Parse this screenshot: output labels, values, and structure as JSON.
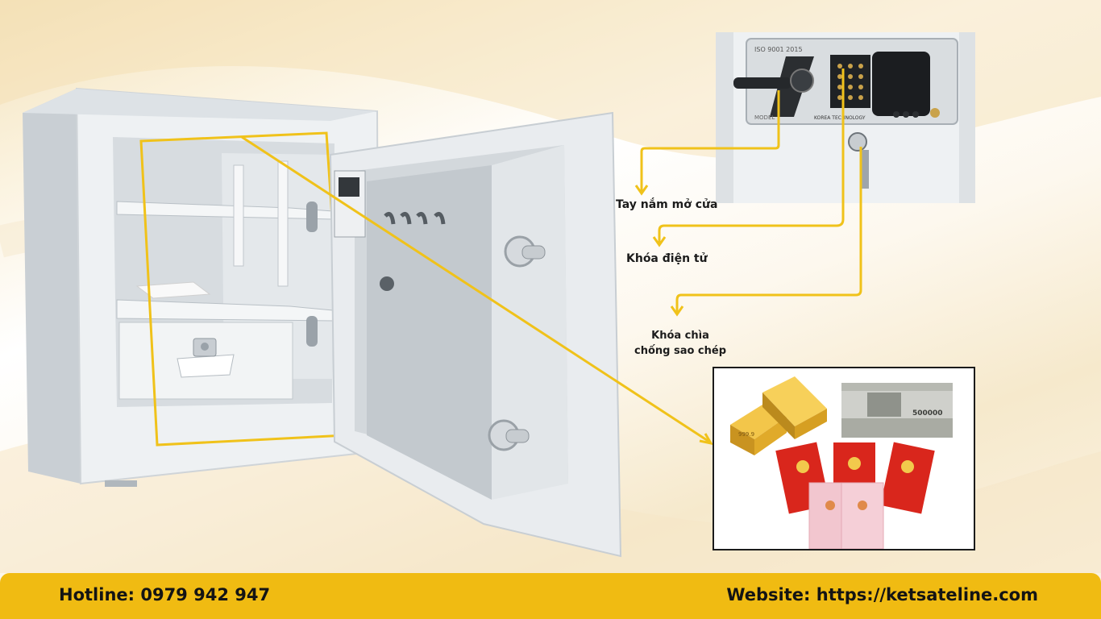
{
  "labels": {
    "handle": "Tay nắm mở cửa",
    "electronic_lock": "Khóa điện tử",
    "key_lock_line1": "Khóa chìa",
    "key_lock_line2": "chống sao chép"
  },
  "lock_panel": {
    "iso_text": "ISO 9001 2015",
    "brand_text": "KOREA TECHNOLOGY",
    "model_text": "MODEL"
  },
  "valuables": {
    "bar_marking": "999.9",
    "banknote_value": "500000"
  },
  "footer": {
    "hotline": "Hotline: 0979 942 947",
    "website": "Website: https://ketsateline.com"
  },
  "colors": {
    "accent": "#f0bb12",
    "safe_body": "#e8ecef",
    "gold": "#e8b52c",
    "certificate_red": "#d9261c",
    "certificate_pink": "#f2c6cf"
  }
}
